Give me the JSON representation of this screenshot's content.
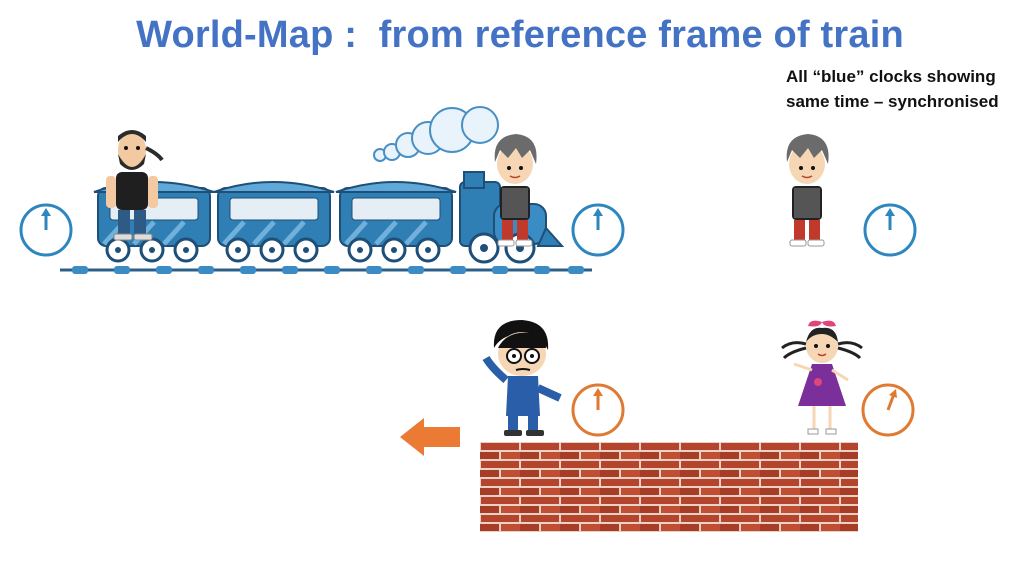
{
  "slide": {
    "title": "World-Map :  from reference frame of train",
    "note_line1": "All “blue” clocks showing",
    "note_line2": "same time – synchronised"
  },
  "colors": {
    "title": "#4472c4",
    "blue_clock": "#2e86c1",
    "orange_clock": "#e07a32",
    "arrow": "#ea7a34",
    "brick": "#b5442c",
    "train": "#2f7fb5"
  },
  "icons": {
    "clock": "clock-icon",
    "arrow": "left-arrow-icon",
    "train": "steam-train-illustration",
    "wall": "brick-wall-illustration"
  }
}
